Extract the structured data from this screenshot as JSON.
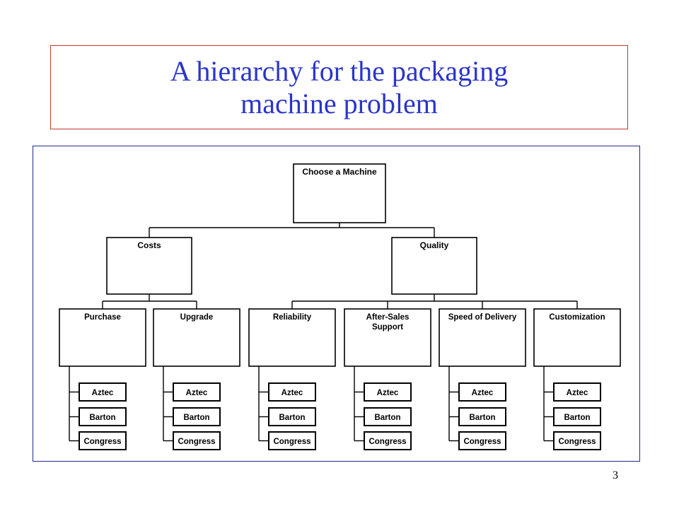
{
  "slide": {
    "title": "A hierarchy for the packaging\nmachine problem",
    "page_number": "3"
  },
  "diagram": {
    "goal": "Choose a Machine",
    "criteria": [
      {
        "label": "Costs",
        "subcriteria": [
          "Purchase",
          "Upgrade"
        ]
      },
      {
        "label": "Quality",
        "subcriteria": [
          "Reliability",
          "After-Sales Support",
          "Speed of Delivery",
          "Customization"
        ]
      }
    ],
    "subcriteria": [
      {
        "line1": "Purchase",
        "line2": ""
      },
      {
        "line1": "Upgrade",
        "line2": ""
      },
      {
        "line1": "Reliability",
        "line2": ""
      },
      {
        "line1": "After-Sales",
        "line2": "Support"
      },
      {
        "line1": "Speed of Delivery",
        "line2": ""
      },
      {
        "line1": "Customization",
        "line2": ""
      }
    ],
    "alternatives": [
      "Aztec",
      "Barton",
      "Congress"
    ]
  }
}
